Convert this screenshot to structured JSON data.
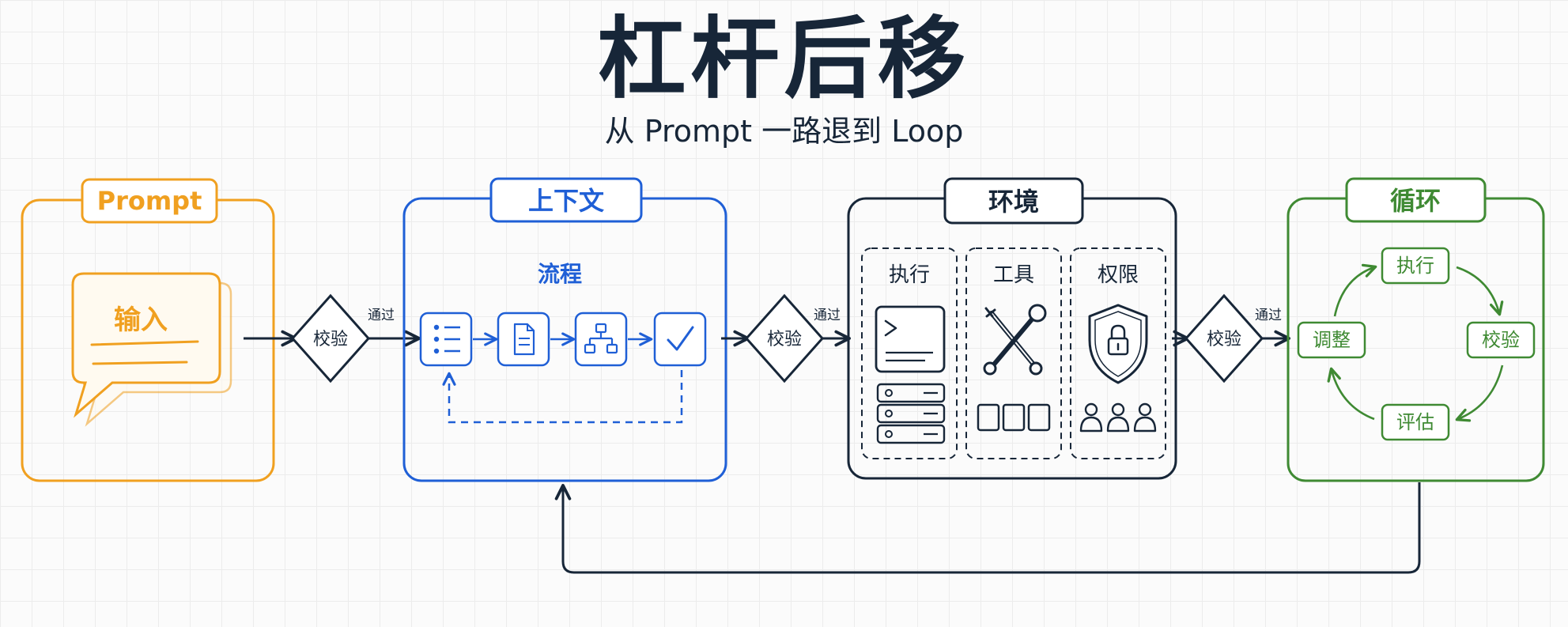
{
  "title": "杠杆后移",
  "subtitle": "从 Prompt 一路退到 Loop",
  "colors": {
    "prompt": "#f0a020",
    "context": "#1f5fd6",
    "env": "#172638",
    "loop": "#3f8a33",
    "ink": "#172638"
  },
  "stages": {
    "prompt": {
      "label": "Prompt",
      "bubble_text": "输入"
    },
    "context": {
      "label": "上下文",
      "flow_title": "流程",
      "icons": [
        "list-icon",
        "document-icon",
        "hierarchy-icon",
        "checkmark-icon"
      ]
    },
    "env": {
      "label": "环境",
      "panels": [
        {
          "label": "执行",
          "icons": [
            "terminal-icon",
            "server-icon"
          ]
        },
        {
          "label": "工具",
          "icons": [
            "tools-icon",
            "boxes-icon"
          ]
        },
        {
          "label": "权限",
          "icons": [
            "shield-lock-icon",
            "users-icon"
          ]
        }
      ]
    },
    "loop": {
      "label": "循环",
      "nodes": [
        "执行",
        "校验",
        "评估",
        "调整"
      ]
    }
  },
  "gates": [
    {
      "label": "校验",
      "pass_label": "通过"
    },
    {
      "label": "校验",
      "pass_label": "通过"
    },
    {
      "label": "校验",
      "pass_label": "通过"
    }
  ]
}
